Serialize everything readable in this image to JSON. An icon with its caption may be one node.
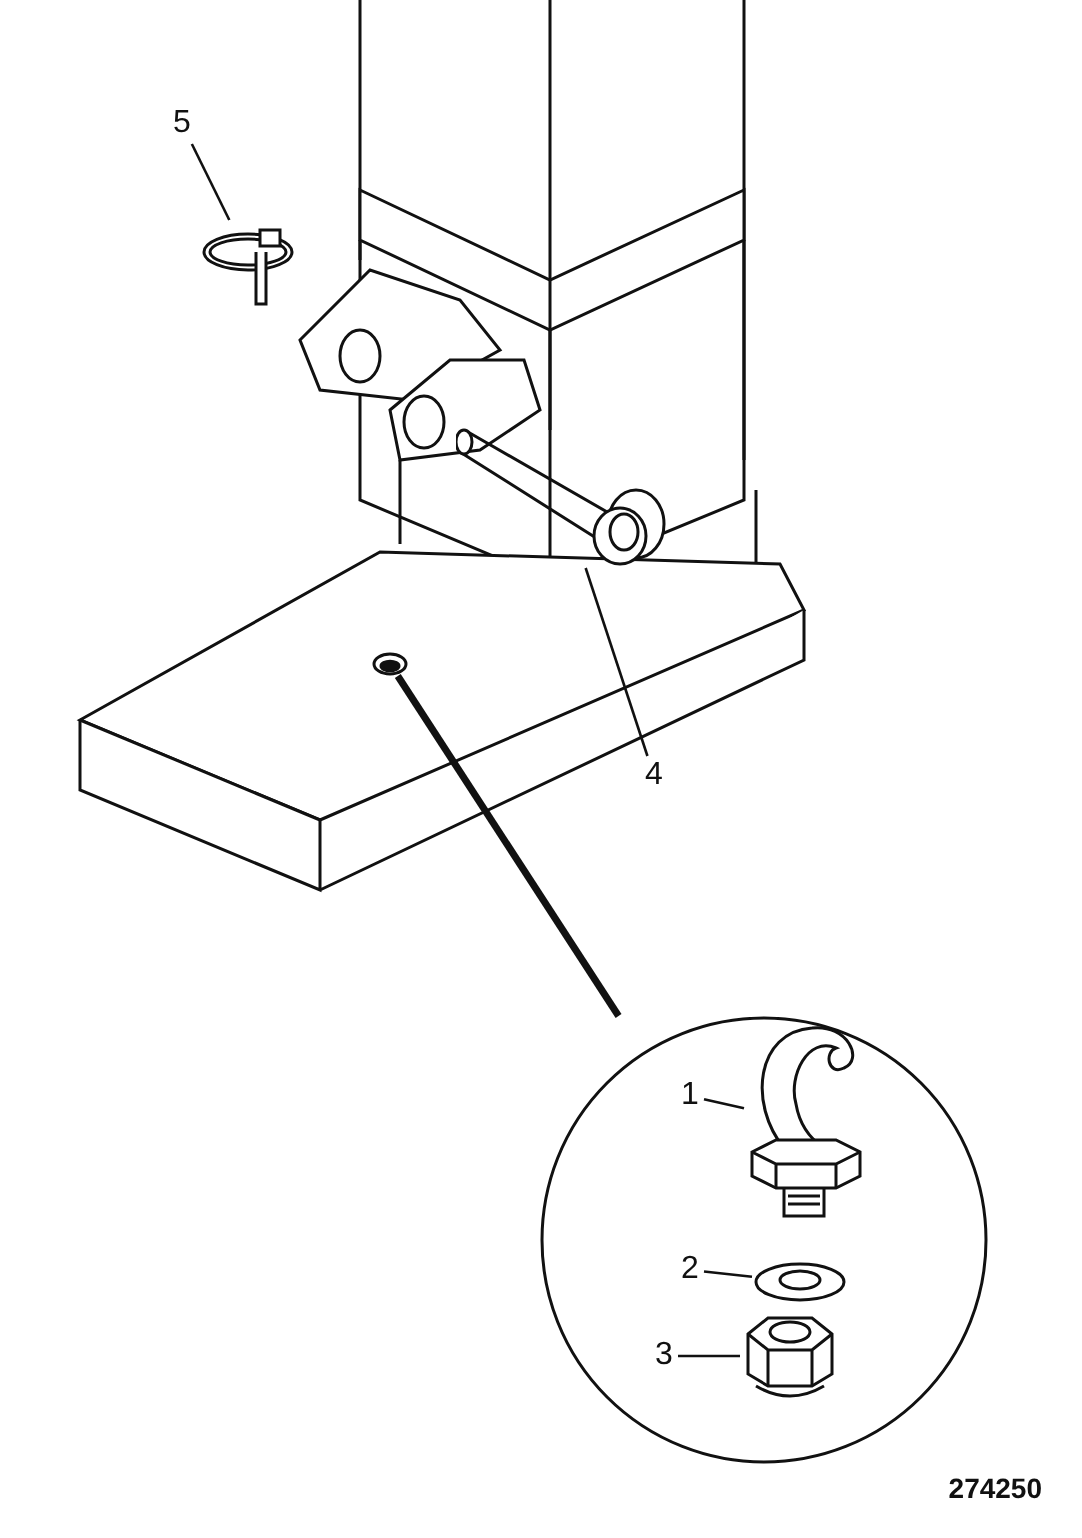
{
  "diagram": {
    "nodes": [
      {
        "text": [
          "5"
        ]
      },
      {
        "text": [],
        "shape": "picture"
      },
      {
        "text": [
          "4"
        ]
      },
      {
        "text": [],
        "shape": "picture"
      },
      {
        "text": [],
        "shape": "circle"
      },
      {
        "text": [],
        "shape": "circle"
      },
      {
        "text": [
          "1"
        ],
        "in": 5
      },
      {
        "text": [],
        "shape": "picture",
        "in": 5
      },
      {
        "text": [
          "2"
        ],
        "in": 5
      },
      {
        "text": [],
        "shape": "picture",
        "in": 5
      },
      {
        "text": [
          "3"
        ],
        "in": 5
      },
      {
        "text": [],
        "shape": "picture",
        "in": 5
      }
    ],
    "edges": [
      {
        "from": 0,
        "to": 1,
        "arrow": "none"
      },
      {
        "from": 2,
        "to": 3,
        "arrow": "none"
      },
      {
        "from": 4,
        "to": 5,
        "arrow": "none",
        "style": "thick"
      },
      {
        "from": 6,
        "to": 7,
        "arrow": "none"
      },
      {
        "from": 8,
        "to": 9,
        "arrow": "none"
      },
      {
        "from": 10,
        "to": 11,
        "arrow": "none"
      }
    ],
    "labels": [
      "274250"
    ]
  }
}
